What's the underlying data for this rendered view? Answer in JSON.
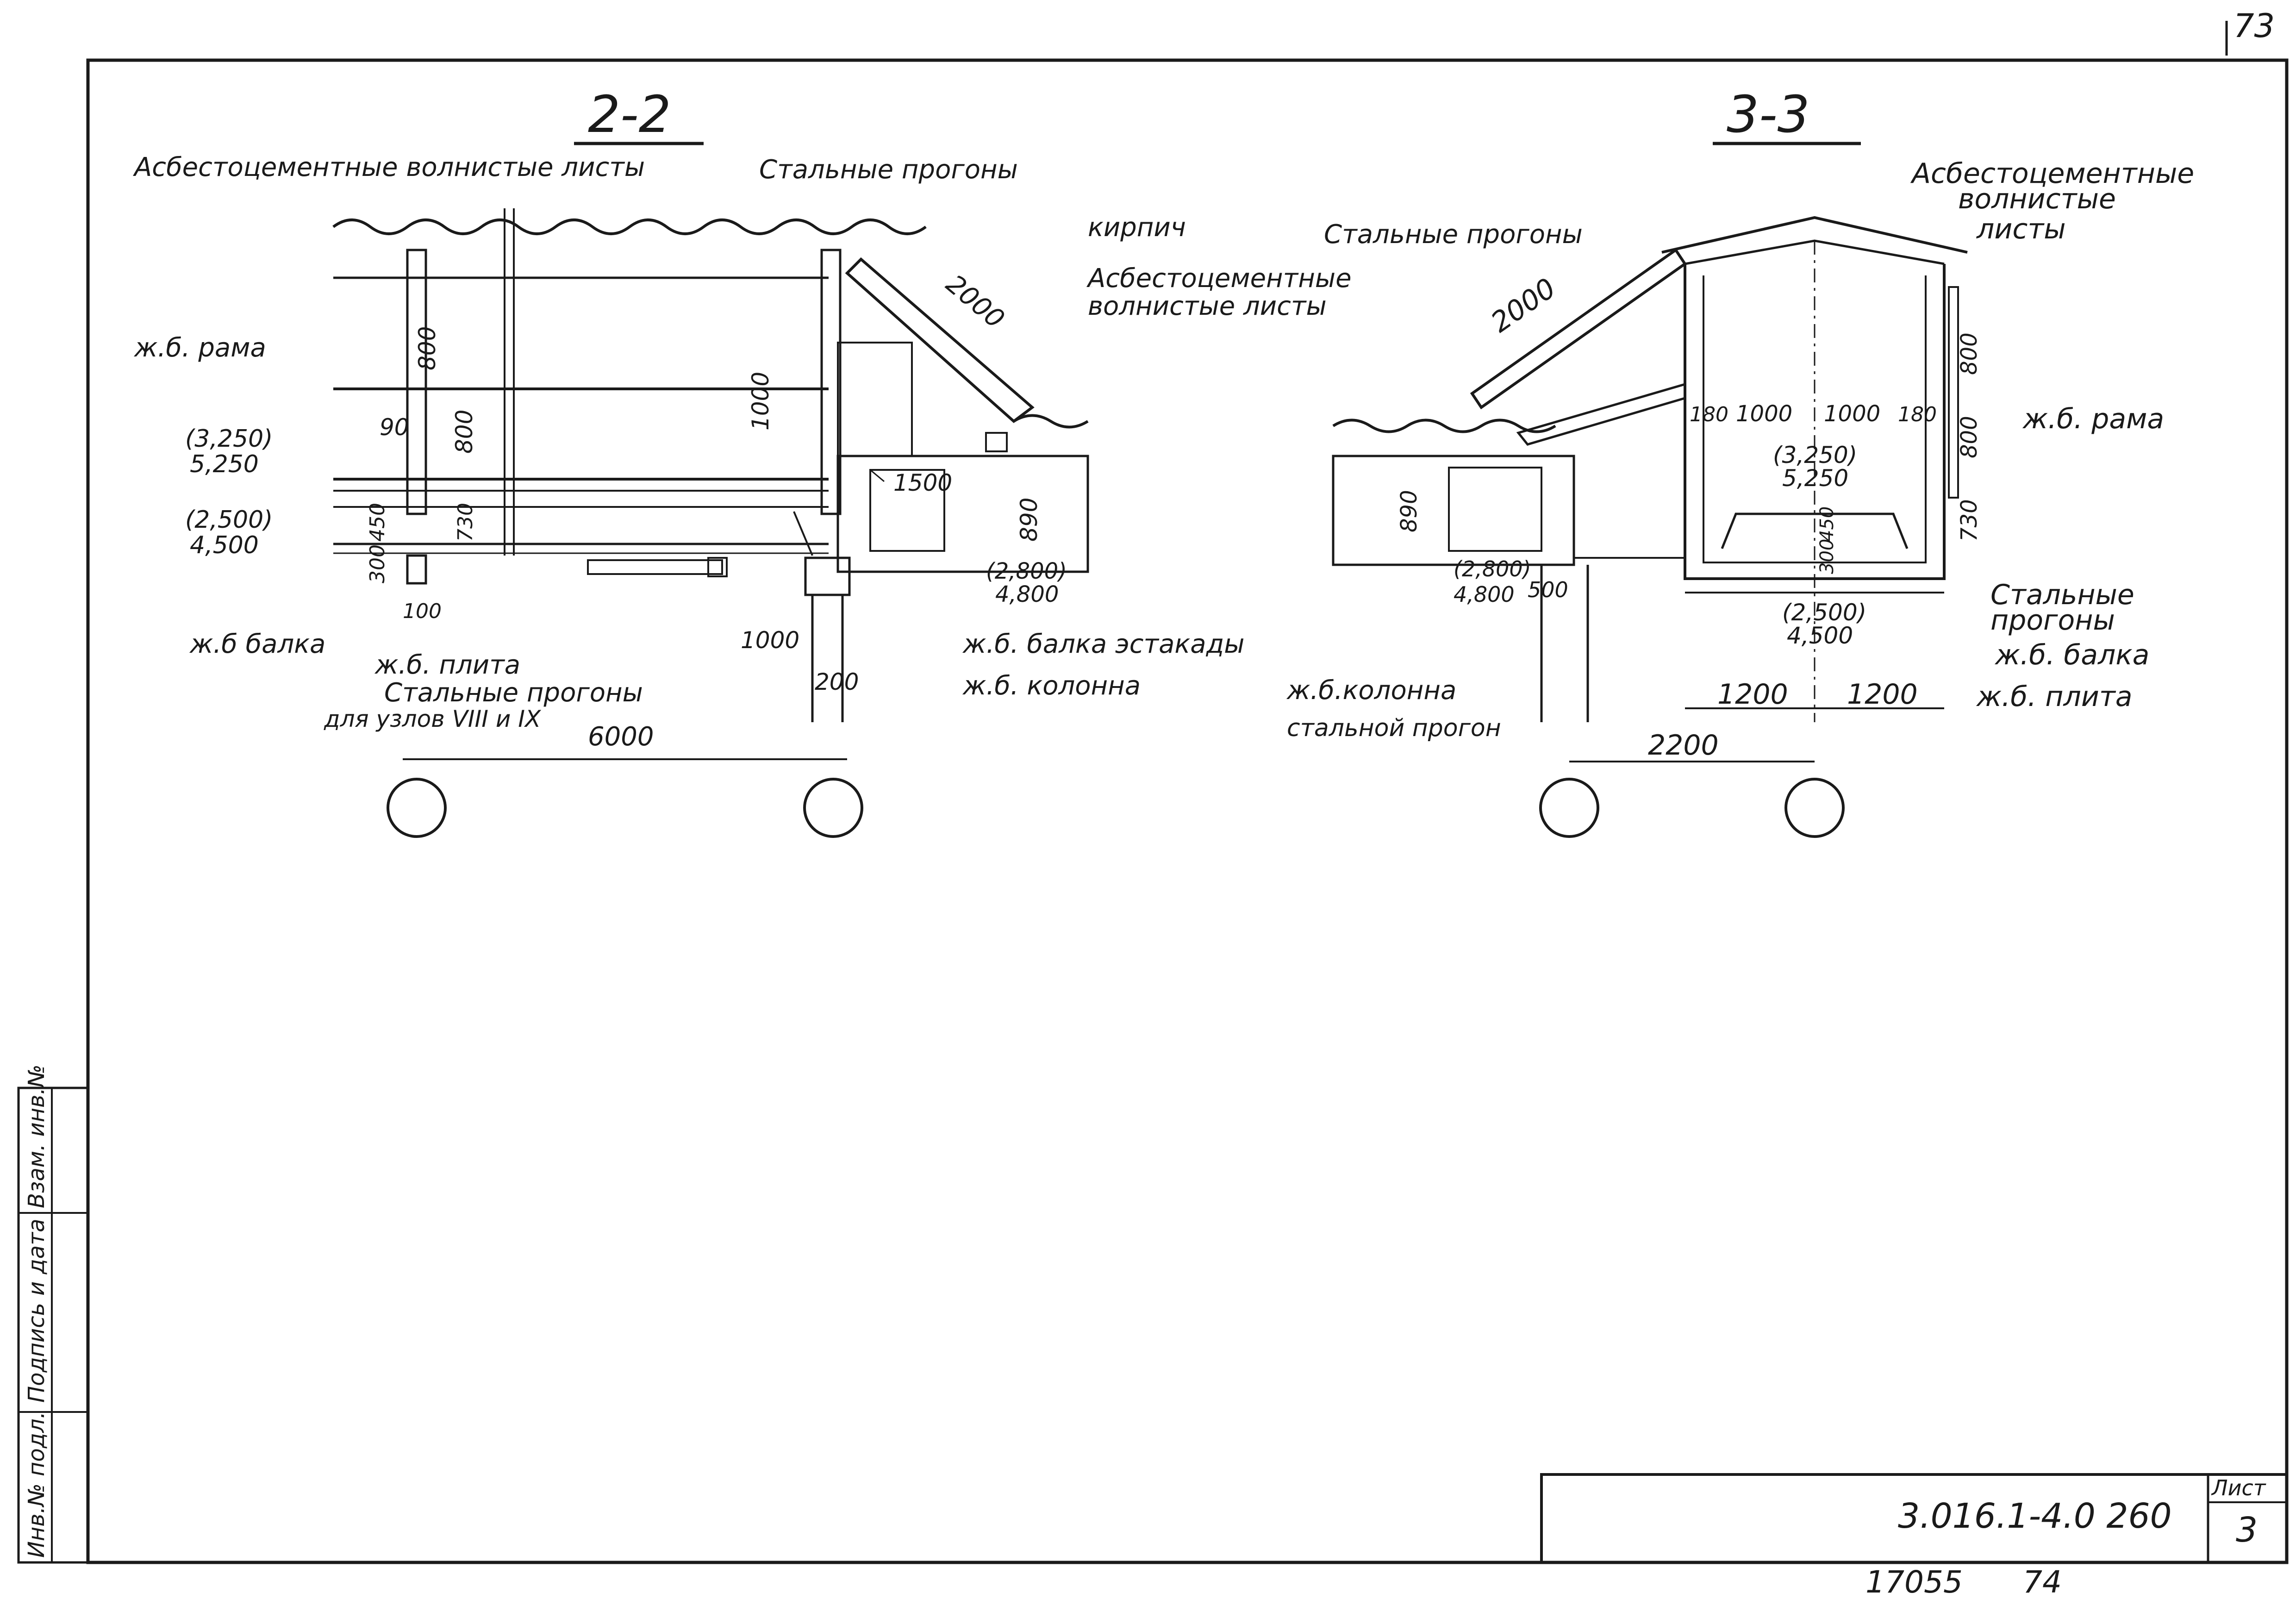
{
  "page_number_top": "73",
  "section_2_2": {
    "title": "2-2",
    "labels": {
      "asbestos_sheets": "Асбестоцементные волнистые листы",
      "steel_purlins": "Стальные прогоны",
      "brick": "кирпич",
      "asbestos_sheets_2_line1": "Асбестоцементные",
      "asbestos_sheets_2_line2": "волнистые листы",
      "rc_frame": "ж.б. рама",
      "rc_beam": "ж.б балка",
      "rc_slab": "ж.б. плита",
      "steel_purlins_nodes_line1": "Стальные прогоны",
      "steel_purlins_nodes_line2": "для узлов VIII и IX",
      "rc_beam_overpass": "ж.б. балка эстакады",
      "rc_column": "ж.б. колонна"
    },
    "dims": {
      "d2000": "2000",
      "d800a": "800",
      "d800b": "800",
      "d90": "90",
      "d1000": "1000",
      "d1500": "1500",
      "d890": "890",
      "d730": "730",
      "d450": "450",
      "d300": "300",
      "d100": "100",
      "d1000b": "1000",
      "d200": "200",
      "d6000": "6000"
    },
    "elevations": {
      "e1a": "(3,250)",
      "e1b": "5,250",
      "e2a": "(2,500)",
      "e2b": "4,500",
      "e3a": "(2,800)",
      "e3b": "4,800"
    }
  },
  "section_3_3": {
    "title": "3-3",
    "labels": {
      "asbestos_line1": "Асбестоцементные",
      "asbestos_line2": "волнистые",
      "asbestos_line3": "листы",
      "steel_purlins": "Стальные прогоны",
      "asbestos_sheets_line1": "Асбестоцементные",
      "asbestos_sheets_line2": "волнистые листы",
      "rc_frame": "ж.б. рама",
      "steel_purlins_r1": "Стальные",
      "steel_purlins_r2": "прогоны",
      "rc_beam": "ж.б. балка",
      "rc_slab": "ж.б. плита",
      "rc_column": "ж.б.колонна",
      "steel_purlin": "стальной прогон"
    },
    "dims": {
      "d2000": "2000",
      "d180a": "180",
      "d1000a": "1000",
      "d1000b": "1000",
      "d180b": "180",
      "d800a": "800",
      "d800b": "800",
      "d730": "730",
      "d890": "890",
      "d450": "450",
      "d300": "300",
      "d500": "500",
      "d1200a": "1200",
      "d1200b": "1200",
      "d2200": "2200"
    },
    "elevations": {
      "e1a": "(3,250)",
      "e1b": "5,250",
      "e2a": "(2,800)",
      "e2b": "4,800",
      "e3a": "(2,500)",
      "e3b": "4,500"
    }
  },
  "side_stamp": {
    "inv_no": "Инв.№ подл.",
    "sign_date": "Подпись и дата",
    "replace_inv": "Взам. инв.№"
  },
  "title_block": {
    "sheet_label": "Лист",
    "doc_code": "3.016.1-4.0  260",
    "sheet_number": "3"
  },
  "footer": {
    "code": "17055",
    "number": "74"
  }
}
